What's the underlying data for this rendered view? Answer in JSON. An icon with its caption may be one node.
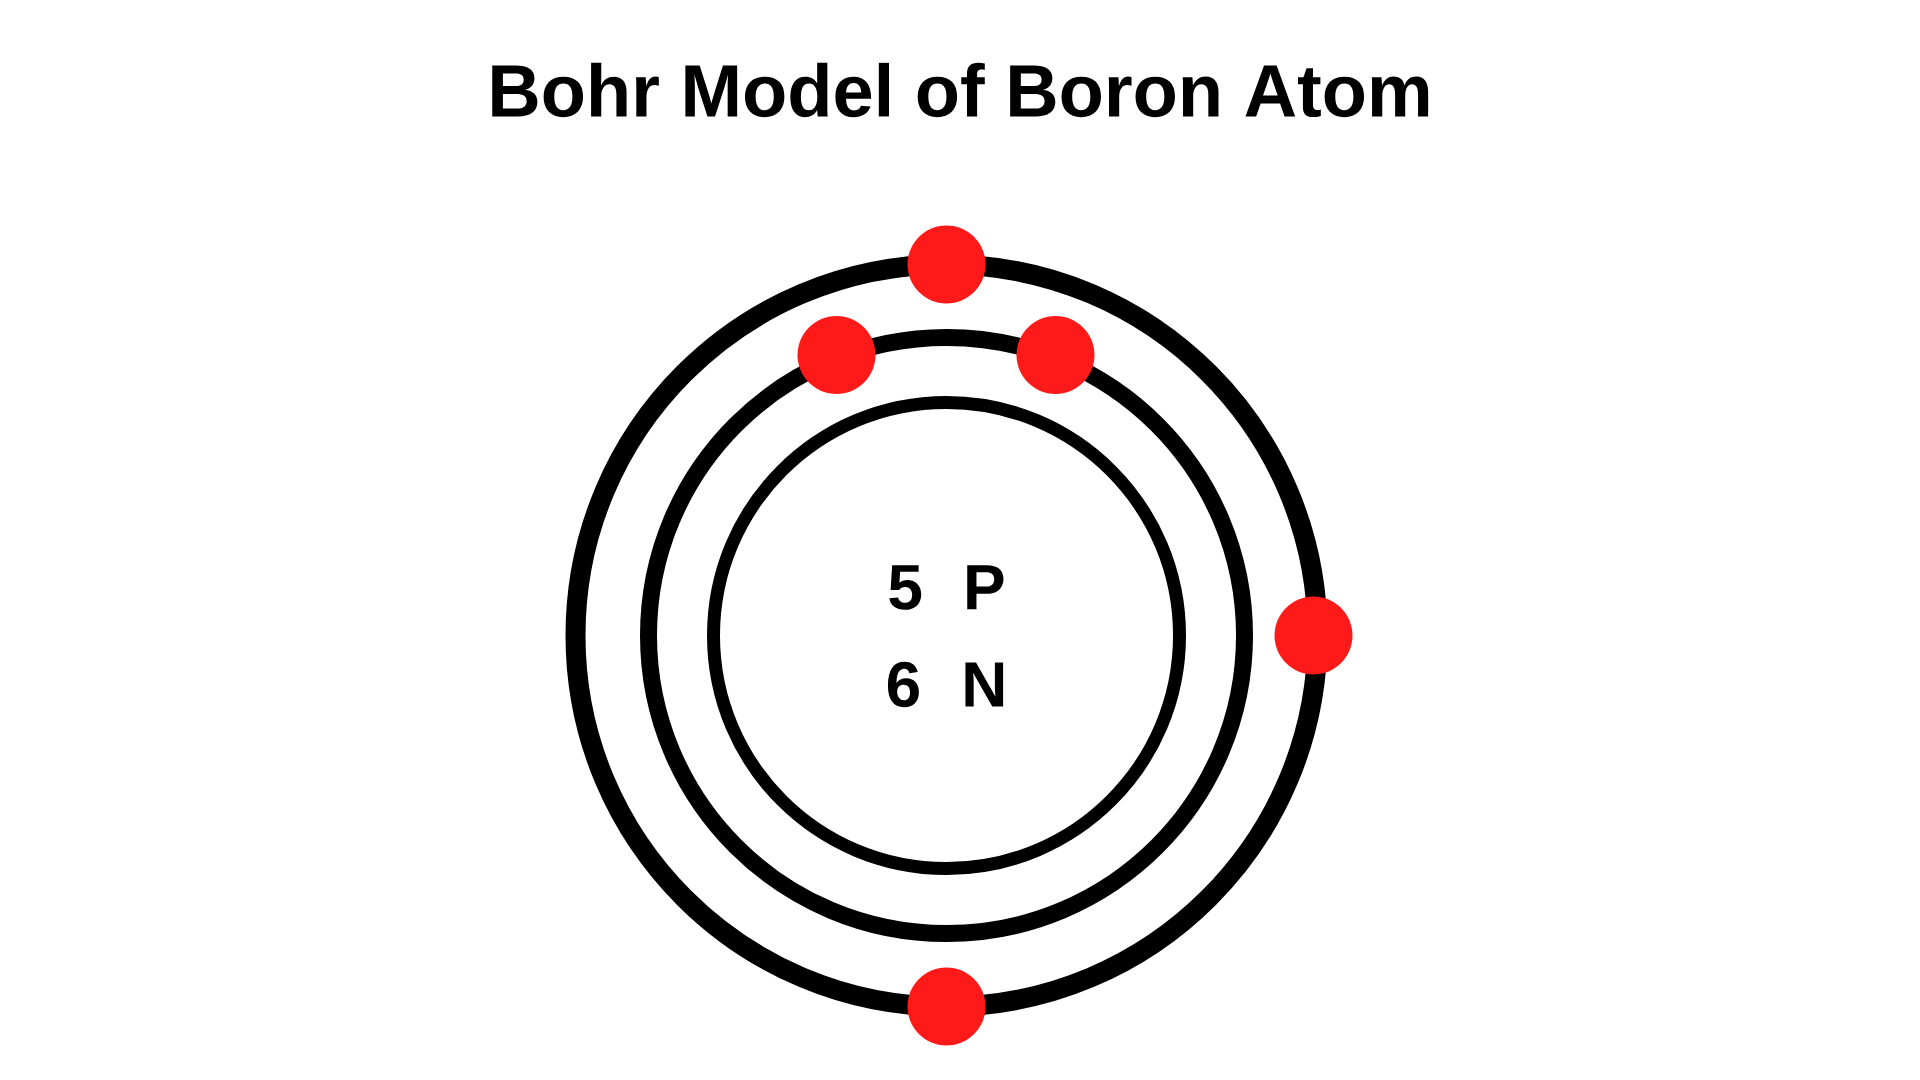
{
  "diagram": {
    "title": "Bohr Model of Boron Atom",
    "nodes": [
      {
        "text": [],
        "shape": "circle"
      },
      {
        "text": [],
        "shape": "circle",
        "in": 0
      },
      {
        "text": [
          "5 P",
          "6 N"
        ],
        "in": 1
      },
      {
        "text": [],
        "shape": "circle"
      },
      {
        "text": [],
        "shape": "circle",
        "in": 0
      },
      {
        "text": [],
        "shape": "circle",
        "in": 0
      },
      {
        "text": [],
        "shape": "circle"
      },
      {
        "text": [],
        "shape": "circle"
      }
    ],
    "edges": []
  }
}
